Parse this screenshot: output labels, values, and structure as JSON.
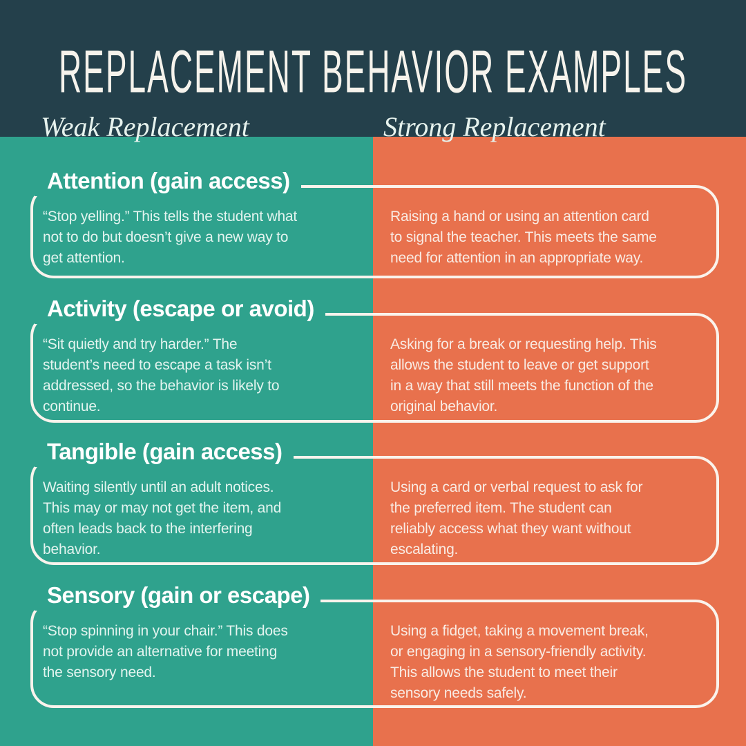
{
  "title": "REPLACEMENT BEHAVIOR EXAMPLES",
  "columns": {
    "weak": "Weak Replacement",
    "strong": "Strong Replacement"
  },
  "sections": [
    {
      "id": "attention",
      "heading": "Attention (gain access)",
      "weak": "“Stop yelling.” This tells the student what\nnot to do but doesn’t give a new way to\nget attention.",
      "strong": "Raising a hand or using an attention card\nto signal the teacher. This meets the same\nneed for attention in an appropriate way."
    },
    {
      "id": "activity",
      "heading": "Activity (escape or avoid)",
      "weak": "“Sit quietly and try harder.” The\nstudent’s need to escape a task isn’t\naddressed, so the behavior is likely to\ncontinue.",
      "strong": "Asking for a break or requesting help. This\nallows the student to leave or get support\nin a way that still meets the function of the\noriginal behavior."
    },
    {
      "id": "tangible",
      "heading": "Tangible (gain access)",
      "weak": "Waiting silently until an adult notices.\nThis may or may not get the item, and\noften leads back to the interfering\nbehavior.",
      "strong": "Using a card or verbal request to ask for\nthe preferred item. The student can\nreliably access what they want without\nescalating."
    },
    {
      "id": "sensory",
      "heading": "Sensory (gain or escape)",
      "weak": "“Stop spinning in your chair.” This does\nnot provide an alternative for meeting\nthe sensory need.",
      "strong": "Using a fidget, taking a movement break,\nor engaging in a sensory-friendly activity.\nThis allows the student to meet their\nsensory needs safely."
    }
  ],
  "colors": {
    "header_bg": "#24404B",
    "weak_bg": "#2FA28D",
    "strong_bg": "#E8714D",
    "card_border": "#FAF3EC",
    "heading_text": "#FFFFFF",
    "body_text_weak": "#E3F4EF",
    "body_text_strong": "#F9EBE3"
  }
}
